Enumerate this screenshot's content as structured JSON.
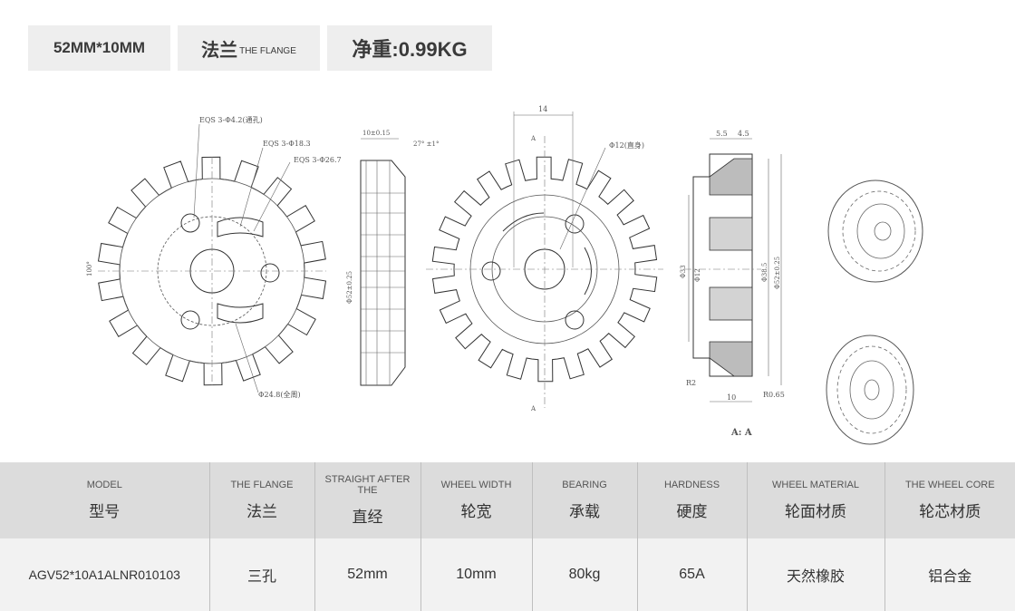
{
  "tags": {
    "size": "52MM*10MM",
    "flange_cn": "法兰",
    "flange_en": "THE FLANGE",
    "weight": "净重:0.99KG"
  },
  "drawing": {
    "labels": {
      "eqs1": "EQS 3-Φ4.2(通孔)",
      "eqs2": "EQS 3-Φ18.3",
      "eqs3": "EQS 3-Φ26.7",
      "dim_10": "10±0.15",
      "angle": "27° ±1°",
      "d52a": "Φ52±0.25",
      "angle100": "100°",
      "d24": "Φ24.8(全周)",
      "dim14": "14",
      "markA": "A",
      "d12": "Φ12(直身)",
      "dim55": "5.5",
      "dim45": "4.5",
      "d33": "Φ33",
      "d12b": "Φ12",
      "d385": "Φ38.5",
      "d52b": "Φ52±0.25",
      "r2": "R2",
      "dim10b": "10",
      "r065": "R0.65",
      "section": "A: A"
    }
  },
  "table": {
    "headers": [
      {
        "en": "MODEL",
        "cn": "型号"
      },
      {
        "en": "THE FLANGE",
        "cn": "法兰"
      },
      {
        "en": "STRAIGHT AFTER THE",
        "cn": "直经"
      },
      {
        "en": "WHEEL WIDTH",
        "cn": "轮宽"
      },
      {
        "en": "BEARING",
        "cn": "承载"
      },
      {
        "en": "HARDNESS",
        "cn": "硬度"
      },
      {
        "en": "WHEEL MATERIAL",
        "cn": "轮面材质"
      },
      {
        "en": "THE WHEEL CORE",
        "cn": "轮芯材质"
      }
    ],
    "row": [
      "AGV52*10A1ALNR010103",
      "三孔",
      "52mm",
      "10mm",
      "80kg",
      "65A",
      "天然橡胶",
      "铝合金"
    ]
  }
}
